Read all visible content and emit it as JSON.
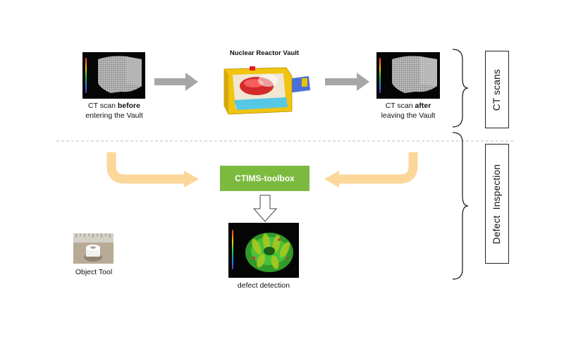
{
  "scan_before": {
    "line1": "CT scan ",
    "bold": "before",
    "line2": "entering the Vault"
  },
  "vault": {
    "title": "Nuclear Reactor Vault"
  },
  "scan_after": {
    "line1": "CT scan ",
    "bold": "after",
    "line2": "leaving the Vault"
  },
  "toolbox": {
    "label": "CTIMS-toolbox"
  },
  "defect": {
    "caption": "defect detection"
  },
  "object_tool": {
    "caption": "Object Tool"
  },
  "sections": {
    "ct_scans": "CT scans",
    "defect_inspection": "Defect  Inspection"
  },
  "colors": {
    "toolbox_green": "#7cba3f",
    "curved_arrow": "#fcd79a",
    "gray_arrow": "#a6a6a6",
    "dashed_divider": "#bfbfbf"
  }
}
